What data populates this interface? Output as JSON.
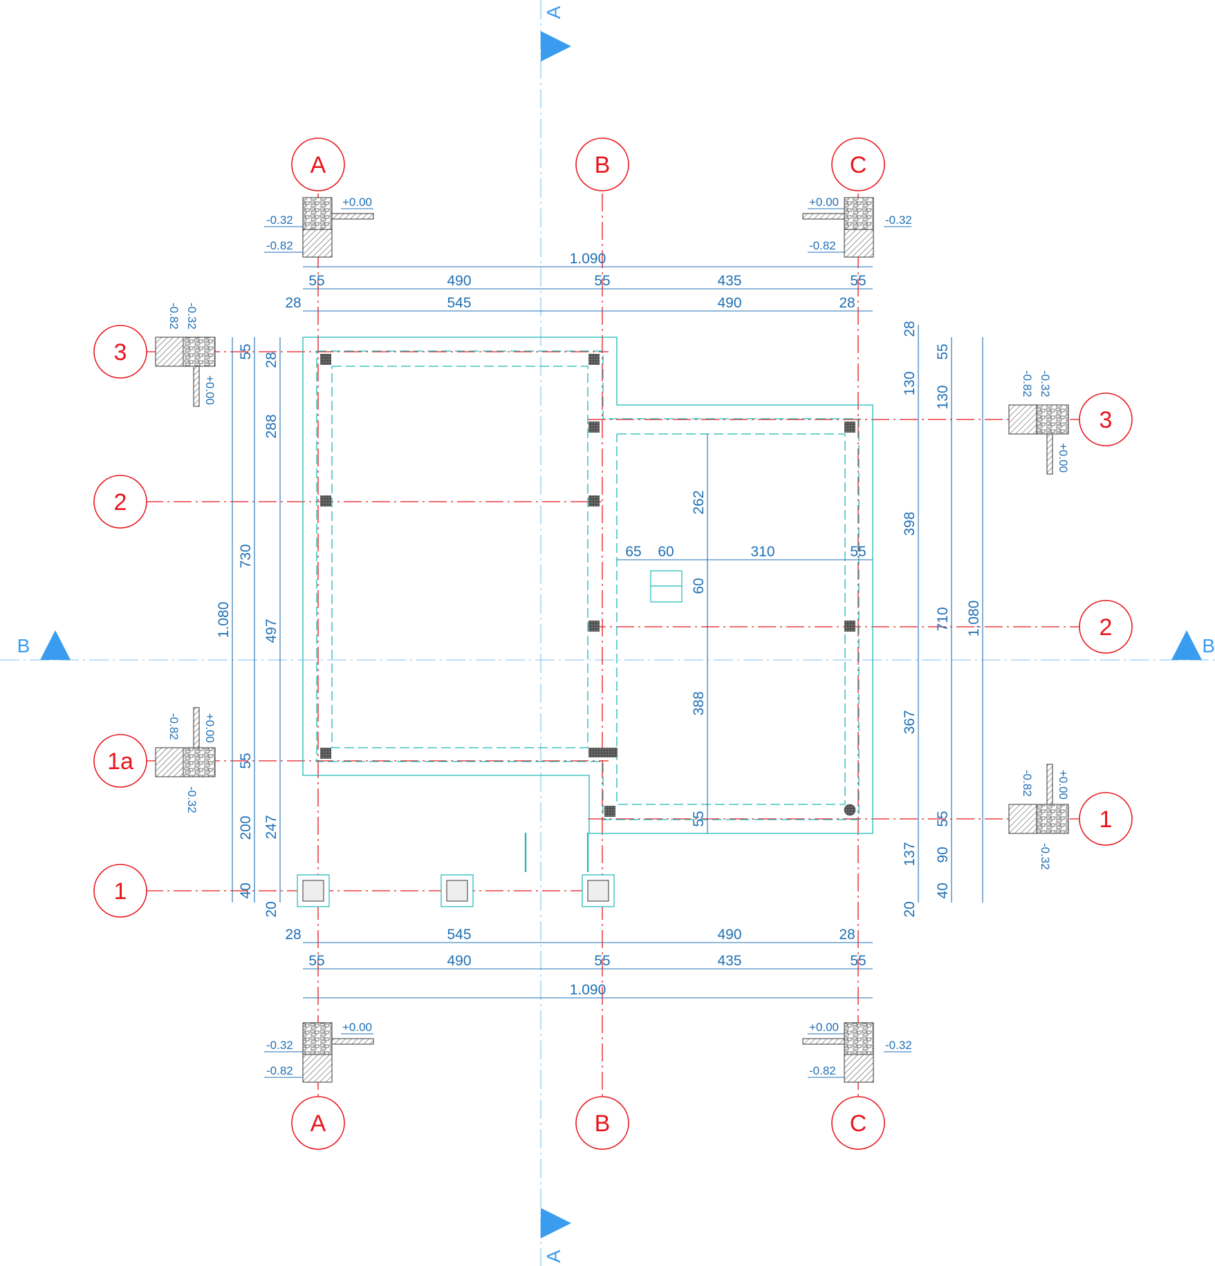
{
  "grid_axes": {
    "columns": [
      "A",
      "B",
      "C"
    ],
    "rows_left": [
      "3",
      "2",
      "1a",
      "1"
    ],
    "rows_right": [
      "3",
      "2",
      "1"
    ]
  },
  "section_cuts": {
    "vertical": "A",
    "horizontal": "B"
  },
  "dimensions": {
    "top_total": "1.090",
    "top_row1": [
      "55",
      "490",
      "55",
      "435",
      "55"
    ],
    "top_row2": [
      "28",
      "545",
      "490",
      "28"
    ],
    "bottom_row1": [
      "28",
      "545",
      "490",
      "28"
    ],
    "bottom_row2": [
      "55",
      "490",
      "55",
      "435",
      "55"
    ],
    "bottom_total": "1.090",
    "left_total": "1.080",
    "left_col1": [
      "55",
      "730",
      "55",
      "200",
      "40"
    ],
    "left_col2": [
      "28",
      "288",
      "497",
      "247",
      "20"
    ],
    "right_col1": [
      "28",
      "130",
      "398",
      "367",
      "137",
      "20"
    ],
    "right_col2": [
      "55",
      "130",
      "710",
      "55",
      "90",
      "40"
    ],
    "right_total": "1.080",
    "interior_horizontal": [
      "65",
      "60",
      "310",
      "55"
    ],
    "interior_vertical": [
      "262",
      "60",
      "388",
      "55"
    ]
  },
  "levels": {
    "zero": "+0.00",
    "minus_032": "-0.32",
    "minus_082": "-0.82"
  },
  "colors": {
    "grid_red": "#e8141b",
    "dimension_blue": "#1f6fb4",
    "wall_cyan": "#19b7b7",
    "cut_blue": "#3a9cee"
  }
}
